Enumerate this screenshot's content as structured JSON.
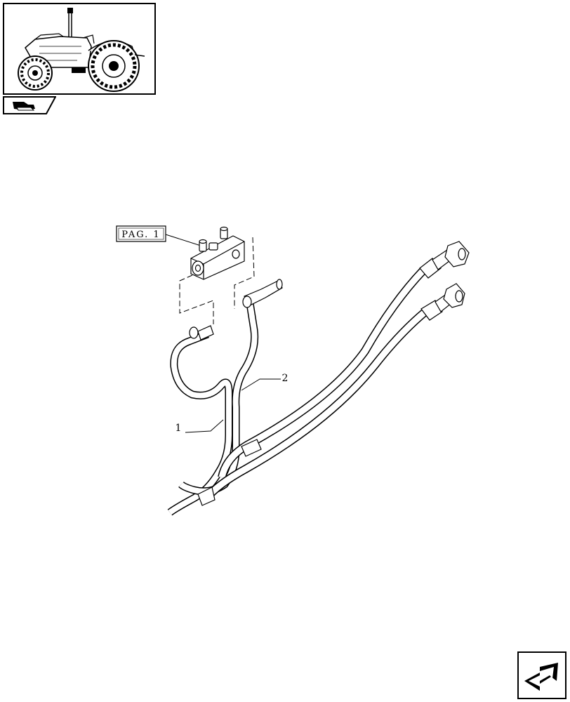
{
  "reference_box": {
    "label": "PAG. 1"
  },
  "callouts": [
    {
      "id": "part-1",
      "label": "1"
    },
    {
      "id": "part-2",
      "label": "2"
    }
  ],
  "icons": {
    "thumbnail": "tractor-thumbnail-icon",
    "nav_tab": "section-folder-icon",
    "next": "next-page-arrow-icon"
  },
  "colors": {
    "line": "#000000",
    "background": "#ffffff"
  }
}
